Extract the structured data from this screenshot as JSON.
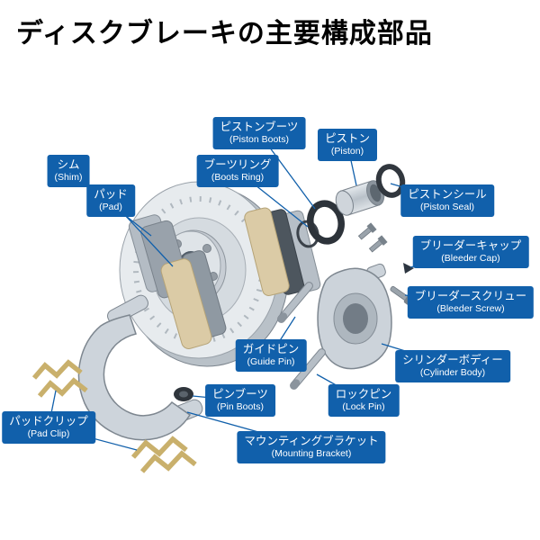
{
  "title": "ディスクブレーキの主要構成部品",
  "colors": {
    "label_bg": "#1160ab",
    "label_text": "#ffffff",
    "leader_line": "#1160ab",
    "title_text": "#000000",
    "pad_friction": "#dbcba6",
    "clip_gold": "#c9b06c",
    "metal_light": "#e7ebee",
    "metal_mid": "#ccd3da",
    "rubber_dark": "#2d333a"
  },
  "labels": [
    {
      "id": "piston-boots",
      "jp": "ピストンブーツ",
      "en": "(Piston Boots)"
    },
    {
      "id": "piston",
      "jp": "ピストン",
      "en": "(Piston)"
    },
    {
      "id": "boots-ring",
      "jp": "ブーツリング",
      "en": "(Boots Ring)"
    },
    {
      "id": "shim",
      "jp": "シム",
      "en": "(Shim)"
    },
    {
      "id": "pad",
      "jp": "パッド",
      "en": "(Pad)"
    },
    {
      "id": "piston-seal",
      "jp": "ピストンシール",
      "en": "(Piston Seal)"
    },
    {
      "id": "bleeder-cap",
      "jp": "ブリーダーキャップ",
      "en": "(Bleeder Cap)"
    },
    {
      "id": "bleeder-screw",
      "jp": "ブリーダースクリュー",
      "en": "(Bleeder Screw)"
    },
    {
      "id": "cylinder-body",
      "jp": "シリンダーボディー",
      "en": "(Cylinder Body)"
    },
    {
      "id": "guide-pin",
      "jp": "ガイドピン",
      "en": "(Guide Pin)"
    },
    {
      "id": "pin-boots",
      "jp": "ピンブーツ",
      "en": "(Pin Boots)"
    },
    {
      "id": "lock-pin",
      "jp": "ロックピン",
      "en": "(Lock Pin)"
    },
    {
      "id": "pad-clip",
      "jp": "パッドクリップ",
      "en": "(Pad Clip)"
    },
    {
      "id": "mounting-bracket",
      "jp": "マウンティングブラケット",
      "en": "(Mounting Bracket)"
    }
  ]
}
